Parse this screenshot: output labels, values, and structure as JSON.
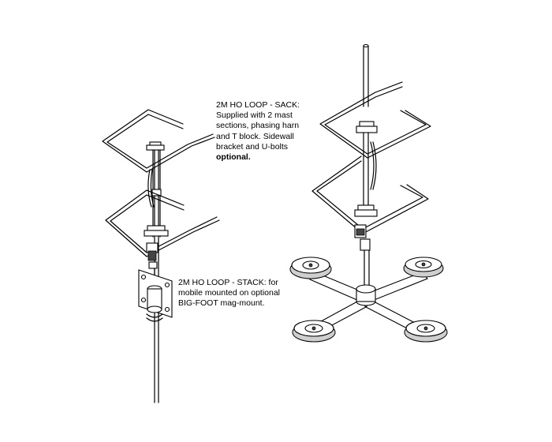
{
  "captions": {
    "sack": {
      "line1": "2M HO LOOP - SACK:",
      "line2": "Supplied with 2 mast",
      "line3": "sections, phasing harn",
      "line4": "and T block. Sidewall",
      "line5": "bracket and U-bolts",
      "line6": "optional."
    },
    "stack": {
      "line1": "2M HO LOOP - STACK: for",
      "line2": "mobile mounted on optional",
      "line3": "BIG-FOOT mag-mount."
    }
  }
}
